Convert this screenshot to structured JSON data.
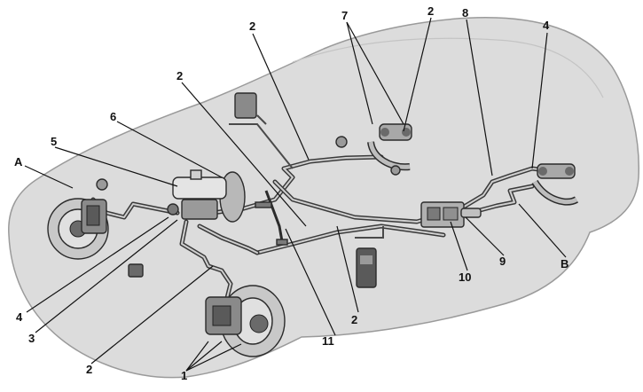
{
  "colors": {
    "background": "#ffffff",
    "body": "#dcdcdc",
    "body_outline": "#9a9a9a",
    "part_fill": "#cfcfcf",
    "part_dark": "#4a4a4a",
    "pipe": "#3a3a3a",
    "label": "#111111"
  },
  "callouts": {
    "c1": "1",
    "c2a": "2",
    "c2b": "2",
    "c2c": "2",
    "c2d": "2",
    "c2e": "2",
    "c3": "3",
    "c4a": "4",
    "c4b": "4",
    "c5": "5",
    "c6": "6",
    "c7": "7",
    "c8": "8",
    "c9": "9",
    "c10": "10",
    "c11": "11",
    "cA": "A",
    "cB": "B"
  }
}
